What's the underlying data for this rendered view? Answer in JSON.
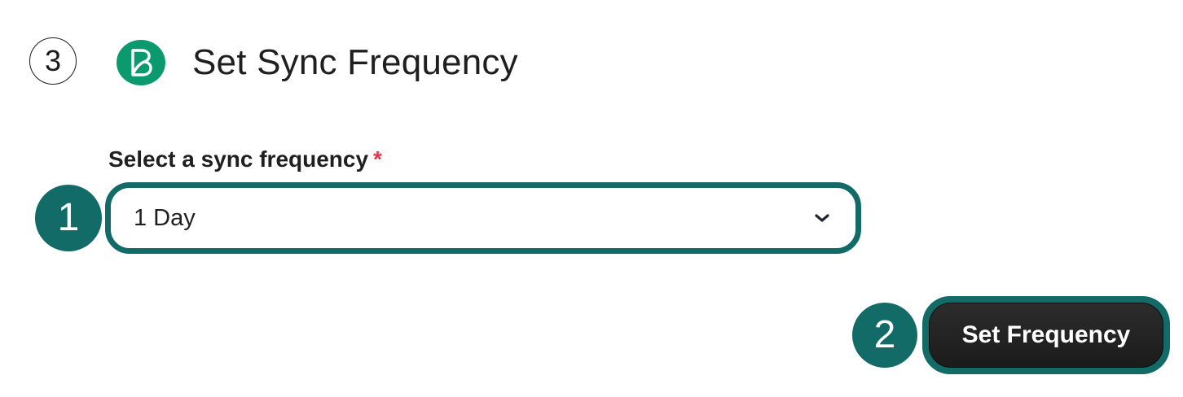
{
  "header": {
    "step_number": "3",
    "brand_icon": "brevo-logo-icon",
    "brand_color": "#0b996e",
    "title": "Set Sync Frequency"
  },
  "form": {
    "label": "Select a sync frequency",
    "required_marker": "*",
    "required_color": "#e5364a",
    "select": {
      "value": "1 Day",
      "icon": "chevron-down-icon"
    },
    "submit_label": "Set Frequency"
  },
  "annotations": {
    "highlight_color": "#136b68",
    "badges": [
      {
        "label": "1",
        "target": "frequency-select"
      },
      {
        "label": "2",
        "target": "set-frequency-button"
      }
    ]
  }
}
